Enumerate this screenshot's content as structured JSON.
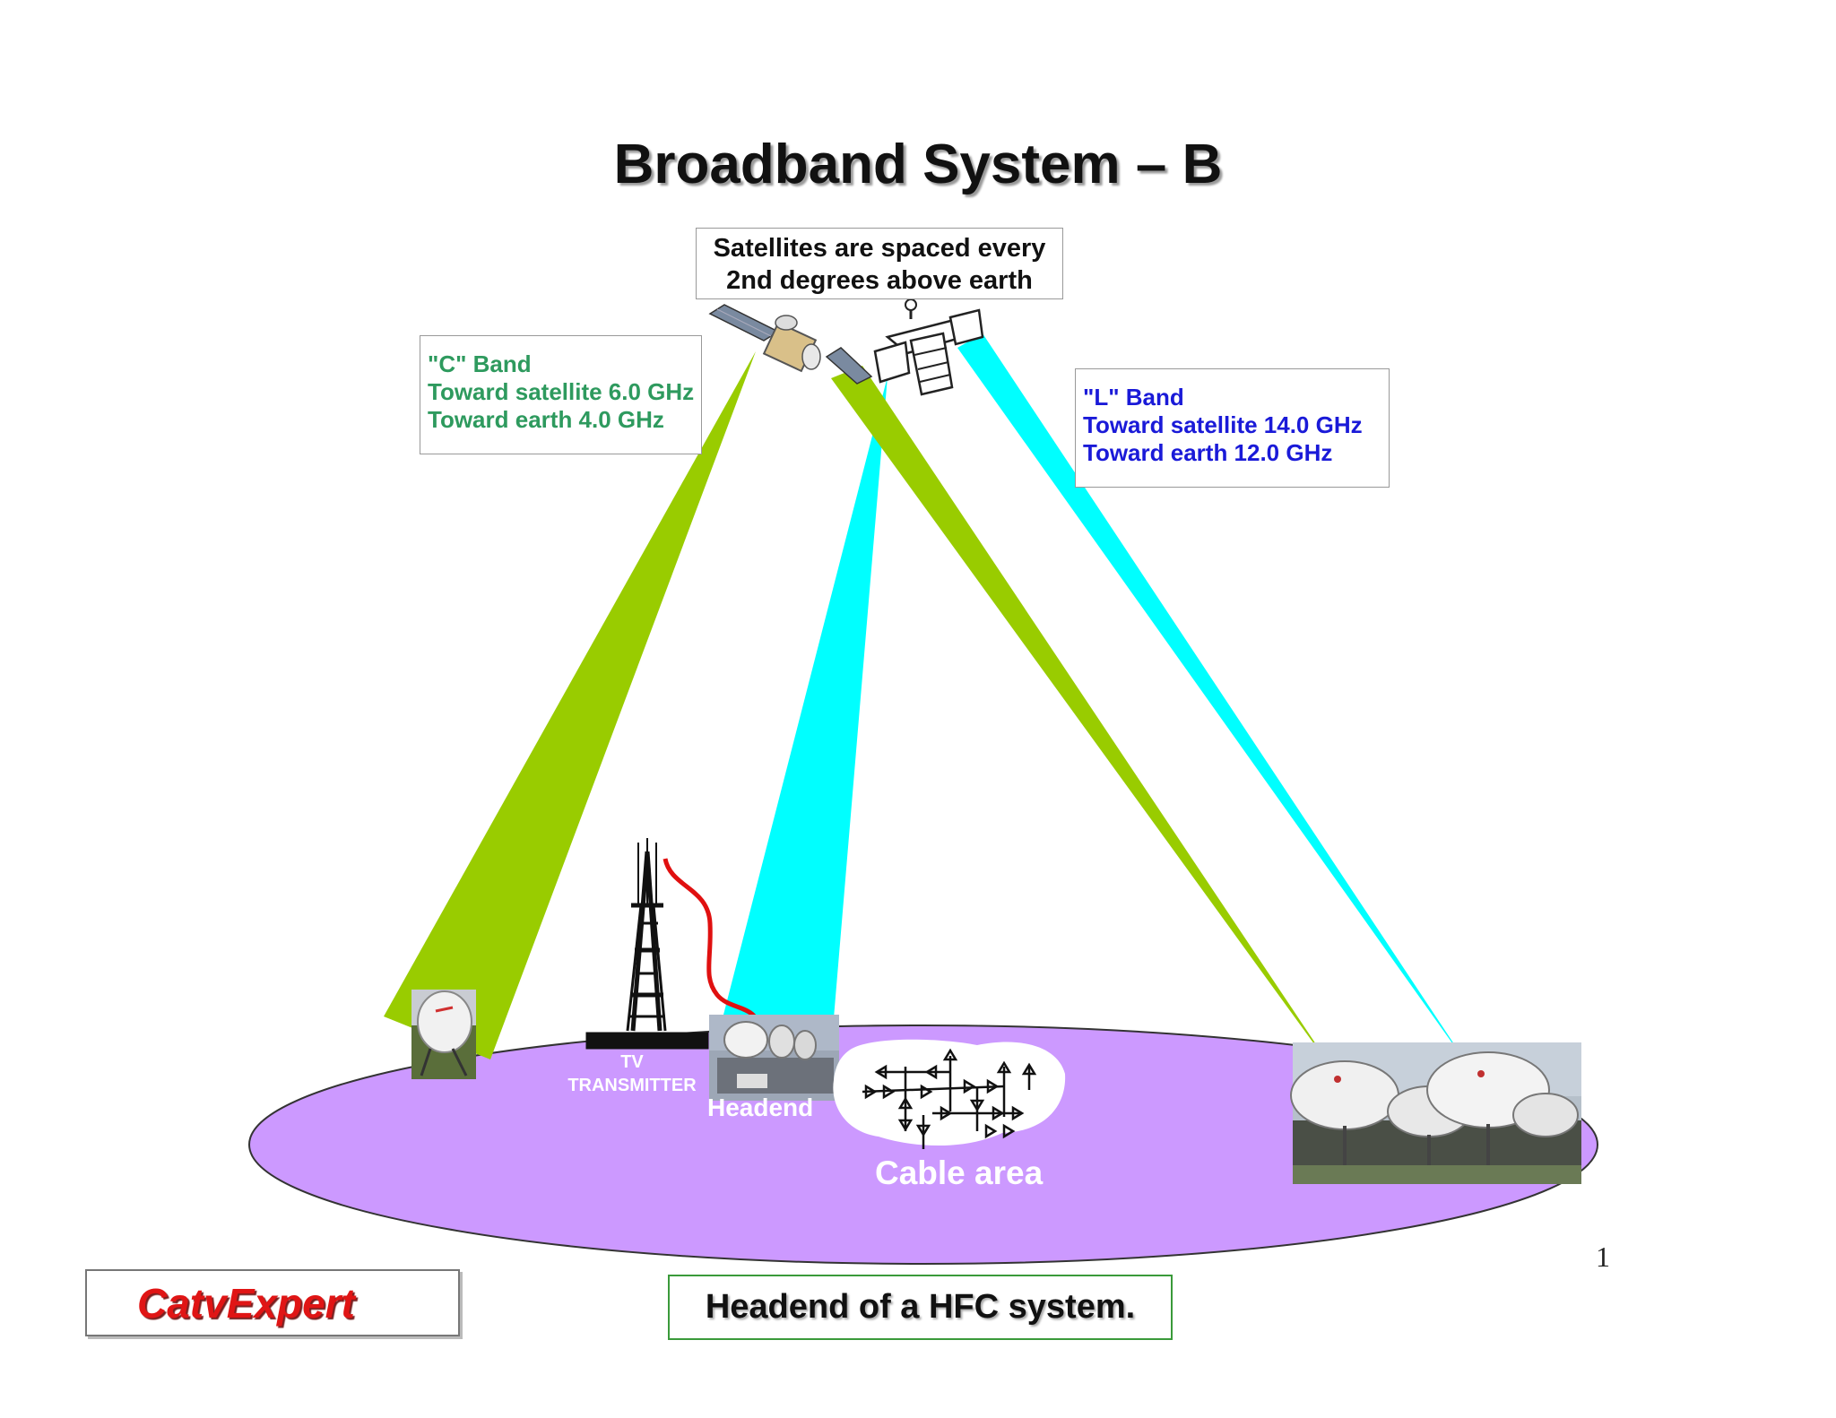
{
  "title": "Broadband System – B",
  "satellite_note": {
    "line1": "Satellites are spaced every",
    "line2": "2nd degrees above earth"
  },
  "c_band": {
    "heading": "\"C\" Band",
    "uplink": "Toward satellite 6.0 GHz",
    "downlink": "Toward earth 4.0 GHz",
    "color": "#2e9a5e",
    "beam_color": "#99cc00"
  },
  "l_band": {
    "heading": "\"L\" Band",
    "uplink": "Toward satellite 14.0 GHz",
    "downlink": "Toward earth 12.0 GHz",
    "color": "#1a1ad8",
    "beam_color": "#00ffff"
  },
  "labels": {
    "tv_line1": "TV",
    "tv_line2": "TRANSMITTER",
    "headend": "Headend",
    "cable_area": "Cable area"
  },
  "page_number": "1",
  "logo": "CatvExpert",
  "caption": "Headend of a HFC system.",
  "colors": {
    "ground": "#cc99ff",
    "signal_cable": "#e01010"
  }
}
